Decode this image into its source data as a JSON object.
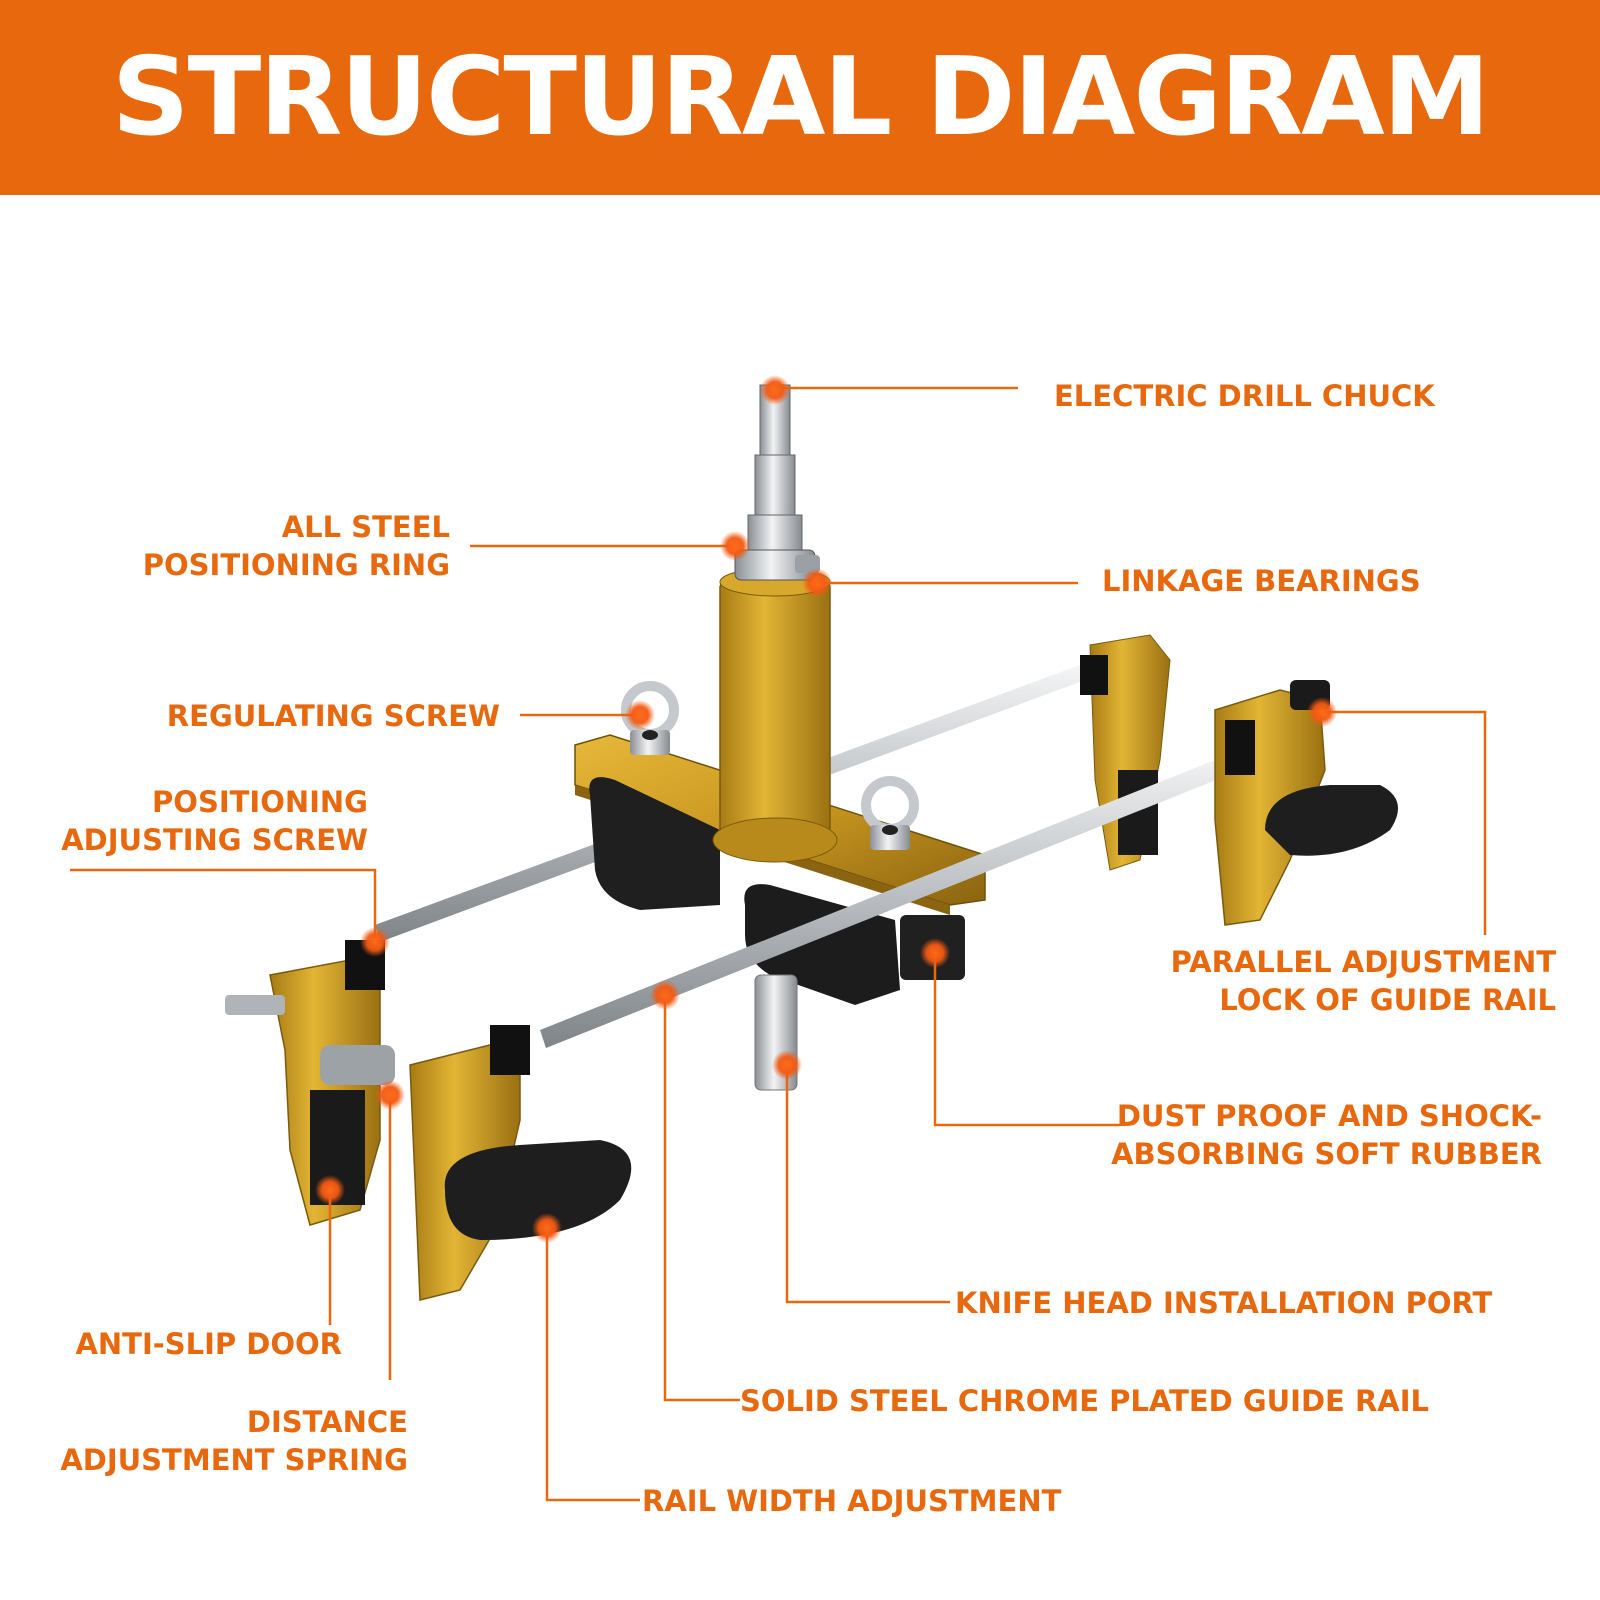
{
  "header": {
    "title": "STRUCTURAL DIAGRAM"
  },
  "colors": {
    "accent": "#e8680e",
    "gold": "#c9961f",
    "rubber": "#1d1d1d",
    "steel": "#c8ccd0"
  },
  "labels": {
    "electric_drill_chuck": "ELECTRIC DRILL CHUCK",
    "positioning_ring_1": "ALL STEEL",
    "positioning_ring_2": "POSITIONING RING",
    "linkage_bearings": "LINKAGE BEARINGS",
    "regulating_screw": "REGULATING SCREW",
    "positioning_adjusting_screw_1": "POSITIONING",
    "positioning_adjusting_screw_2": "ADJUSTING SCREW",
    "parallel_adjustment_1": "PARALLEL ADJUSTMENT",
    "parallel_adjustment_2": "LOCK OF GUIDE RAIL",
    "soft_rubber_1": "DUST PROOF AND SHOCK-",
    "soft_rubber_2": "ABSORBING SOFT RUBBER",
    "knife_head_port": "KNIFE HEAD INSTALLATION PORT",
    "anti_slip_door": "ANTI-SLIP DOOR",
    "guide_rail": "SOLID STEEL CHROME PLATED GUIDE RAIL",
    "distance_spring_1": "DISTANCE",
    "distance_spring_2": "ADJUSTMENT SPRING",
    "rail_width": "RAIL WIDTH ADJUSTMENT"
  }
}
